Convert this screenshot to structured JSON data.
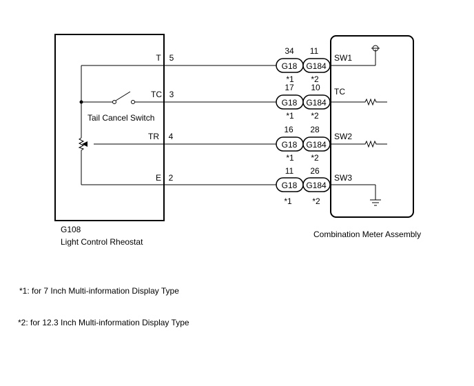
{
  "left_component": {
    "code": "G108",
    "name": "Light Control Rheostat",
    "switch_label": "Tail Cancel Switch"
  },
  "right_component": {
    "name": "Combination Meter Assembly"
  },
  "wires": [
    {
      "terminal": "T",
      "pin": "5",
      "pin_g18": "34",
      "pin_g184": "11",
      "meter_terminal": "SW1"
    },
    {
      "terminal": "TC",
      "pin": "3",
      "pin_g18": "17",
      "pin_g184": "10",
      "meter_terminal": "TC"
    },
    {
      "terminal": "TR",
      "pin": "4",
      "pin_g18": "16",
      "pin_g184": "28",
      "meter_terminal": "SW2"
    },
    {
      "terminal": "E",
      "pin": "2",
      "pin_g18": "11",
      "pin_g184": "26",
      "meter_terminal": "SW3"
    }
  ],
  "connectors": {
    "a": "G18",
    "b": "G184"
  },
  "connector_marks": {
    "a": "*1",
    "b": "*2"
  },
  "notes": [
    "*1: for 7 Inch Multi-information Display Type",
    "*2: for 12.3 Inch Multi-information Display Type"
  ]
}
